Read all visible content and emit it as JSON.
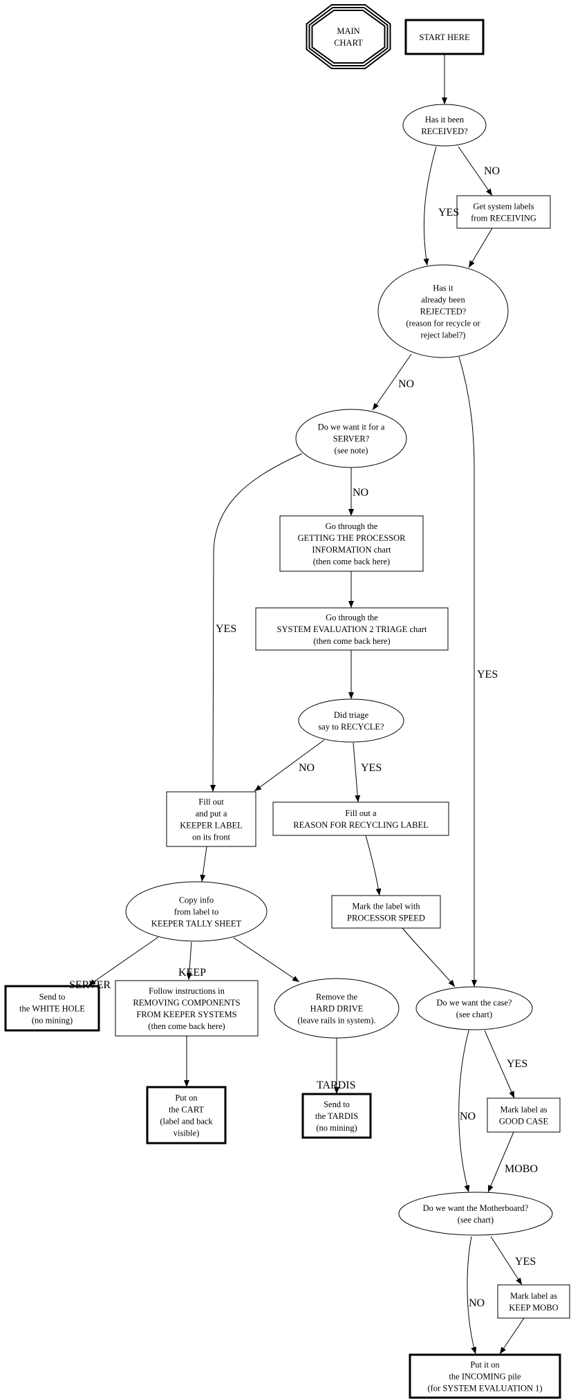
{
  "nodes": {
    "main_chart": [
      "MAIN",
      "CHART"
    ],
    "start": [
      "START HERE"
    ],
    "received": [
      "Has it been",
      "RECEIVED?"
    ],
    "get_labels": [
      "Get system labels",
      "from RECEIVING"
    ],
    "rejected": [
      "Has it",
      "already been",
      "REJECTED?",
      "(reason for recycle or",
      "reject label?)"
    ],
    "server": [
      "Do we want it for a",
      "SERVER?",
      "(see note)"
    ],
    "getting_proc": [
      "Go through the",
      "GETTING THE PROCESSOR",
      "INFORMATION chart",
      "(then come back here)"
    ],
    "sys_eval": [
      "Go through the",
      "SYSTEM EVALUATION 2 TRIAGE chart",
      "(then come back here)"
    ],
    "triage": [
      "Did triage",
      "say to RECYCLE?"
    ],
    "keeper_label": [
      "Fill out",
      "and put a",
      "KEEPER LABEL",
      "on its front"
    ],
    "reason_label": [
      "Fill out a",
      "REASON FOR RECYCLING LABEL"
    ],
    "copy_info": [
      "Copy info",
      "from label to",
      "KEEPER TALLY SHEET"
    ],
    "proc_speed": [
      "Mark the label with",
      "PROCESSOR SPEED"
    ],
    "white_hole": [
      "Send to",
      "the WHITE HOLE",
      "(no mining)"
    ],
    "follow": [
      "Follow instructions in",
      "REMOVING COMPONENTS",
      "FROM KEEPER SYSTEMS",
      "(then come back here)"
    ],
    "hard_drive": [
      "Remove the",
      "HARD DRIVE",
      "(leave rails in system)."
    ],
    "want_case": [
      "Do we want the case?",
      "(see chart)"
    ],
    "cart": [
      "Put on",
      "the CART",
      "(label and back",
      "visible)"
    ],
    "tardis": [
      "Send to",
      "the TARDIS",
      "(no mining)"
    ],
    "good_case": [
      "Mark label as",
      "GOOD CASE"
    ],
    "motherboard": [
      "Do we want the Motherboard?",
      "(see chart)"
    ],
    "keep_mobo": [
      "Mark label as",
      "KEEP MOBO"
    ],
    "incoming": [
      "Put it on",
      "the INCOMING pile",
      "(for SYSTEM EVALUATION 1)"
    ]
  },
  "edges": [
    {
      "from": "start",
      "to": "received",
      "label": ""
    },
    {
      "from": "received",
      "to": "rejected",
      "label": "YES"
    },
    {
      "from": "received",
      "to": "get_labels",
      "label": "NO"
    },
    {
      "from": "get_labels",
      "to": "rejected",
      "label": ""
    },
    {
      "from": "rejected",
      "to": "server",
      "label": "NO"
    },
    {
      "from": "rejected",
      "to": "want_case",
      "label": "YES"
    },
    {
      "from": "server",
      "to": "keeper_label",
      "label": "YES"
    },
    {
      "from": "server",
      "to": "getting_proc",
      "label": "NO"
    },
    {
      "from": "getting_proc",
      "to": "sys_eval",
      "label": ""
    },
    {
      "from": "sys_eval",
      "to": "triage",
      "label": ""
    },
    {
      "from": "triage",
      "to": "keeper_label",
      "label": "NO"
    },
    {
      "from": "triage",
      "to": "reason_label",
      "label": "YES"
    },
    {
      "from": "keeper_label",
      "to": "copy_info",
      "label": ""
    },
    {
      "from": "reason_label",
      "to": "proc_speed",
      "label": ""
    },
    {
      "from": "proc_speed",
      "to": "want_case",
      "label": ""
    },
    {
      "from": "copy_info",
      "to": "white_hole",
      "label": "SERVER"
    },
    {
      "from": "copy_info",
      "to": "follow",
      "label": "KEEP"
    },
    {
      "from": "copy_info",
      "to": "hard_drive",
      "label": ""
    },
    {
      "from": "follow",
      "to": "cart",
      "label": ""
    },
    {
      "from": "hard_drive",
      "to": "tardis",
      "label": "TARDIS"
    },
    {
      "from": "want_case",
      "to": "good_case",
      "label": "YES"
    },
    {
      "from": "want_case",
      "to": "motherboard",
      "label": "NO"
    },
    {
      "from": "good_case",
      "to": "motherboard",
      "label": "MOBO"
    },
    {
      "from": "motherboard",
      "to": "keep_mobo",
      "label": "YES"
    },
    {
      "from": "motherboard",
      "to": "incoming",
      "label": "NO"
    },
    {
      "from": "keep_mobo",
      "to": "incoming",
      "label": ""
    }
  ]
}
